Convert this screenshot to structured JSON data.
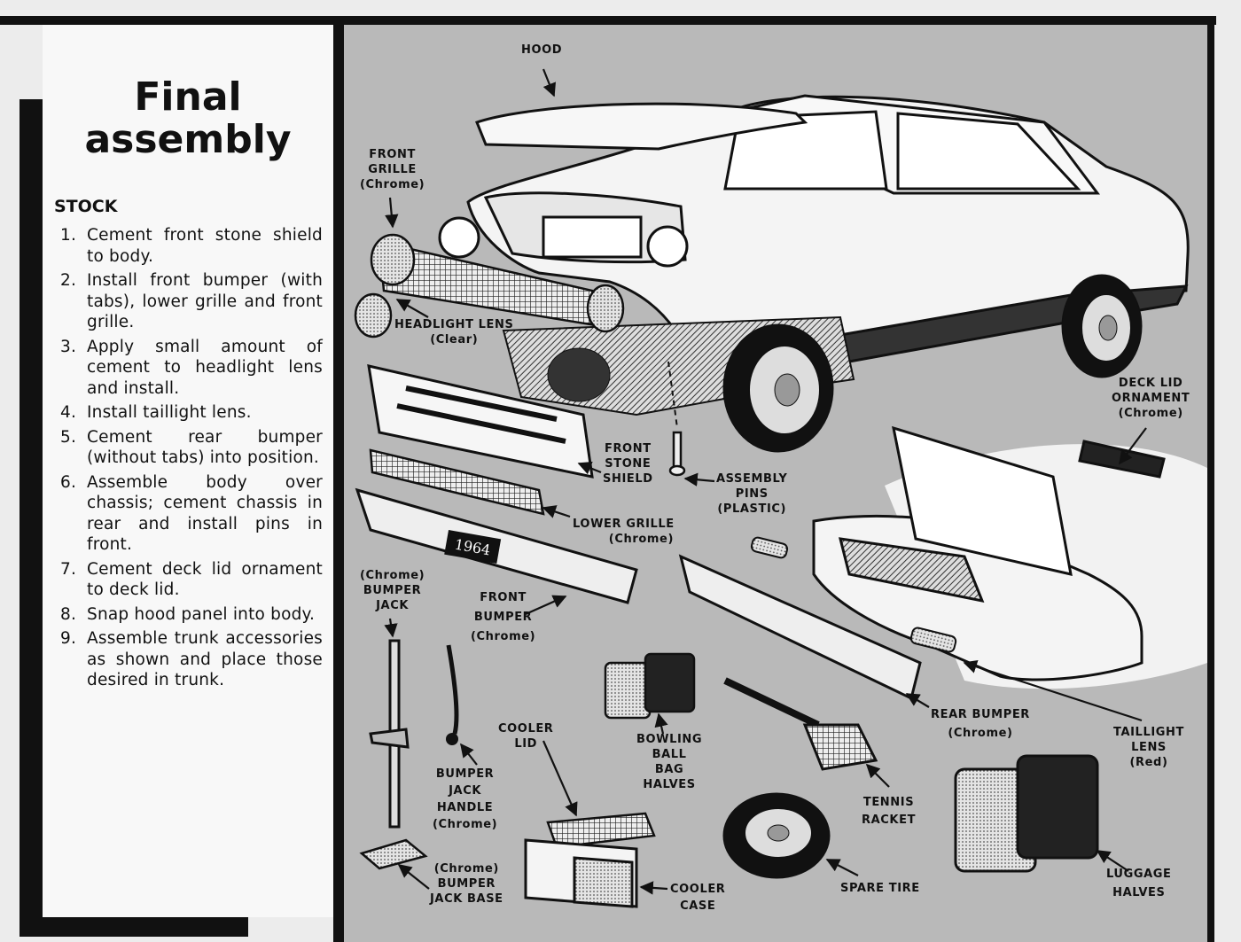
{
  "title": "Final assembly",
  "section": "STOCK",
  "steps": [
    {
      "num": "1.",
      "text": "Cement front stone shield to body."
    },
    {
      "num": "2.",
      "text": "Install front bumper (with tabs), lower grille and front grille."
    },
    {
      "num": "3.",
      "text": "Apply small amount of cement to headlight lens and install."
    },
    {
      "num": "4.",
      "text": "Install taillight lens."
    },
    {
      "num": "5.",
      "text": "Cement rear bumper (without tabs) into position."
    },
    {
      "num": "6.",
      "text": "Assemble body over chassis; cement chassis in rear and install pins in front."
    },
    {
      "num": "7.",
      "text": "Cement deck lid ornament to deck lid."
    },
    {
      "num": "8.",
      "text": "Snap hood panel into body."
    },
    {
      "num": "9.",
      "text": "Assemble trunk accessories as shown and place those desired in trunk."
    }
  ],
  "labels": {
    "hood": "HOOD",
    "front_grille": [
      "FRONT",
      "GRILLE",
      "(Chrome)"
    ],
    "headlight_lens": [
      "HEADLIGHT LENS",
      "(Clear)"
    ],
    "front_stone_shield": [
      "FRONT",
      "STONE",
      "SHIELD"
    ],
    "assembly_pins": [
      "ASSEMBLY",
      "PINS",
      "(PLASTIC)"
    ],
    "lower_grille": [
      "LOWER GRILLE",
      "(Chrome)"
    ],
    "deck_lid_ornament": [
      "DECK LID",
      "ORNAMENT",
      "(Chrome)"
    ],
    "bumper_jack": [
      "(Chrome)",
      "BUMPER",
      "JACK"
    ],
    "front_bumper": [
      "FRONT",
      "BUMPER",
      "(Chrome)"
    ],
    "bumper_jack_handle": [
      "BUMPER",
      "JACK",
      "HANDLE",
      "(Chrome)"
    ],
    "cooler_lid": [
      "COOLER",
      "LID"
    ],
    "bowling_ball_bag": [
      "BOWLING",
      "BALL",
      "BAG",
      "HALVES"
    ],
    "rear_bumper": [
      "REAR BUMPER",
      "(Chrome)"
    ],
    "taillight_lens": [
      "TAILLIGHT",
      "LENS",
      "(Red)"
    ],
    "tennis_racket": [
      "TENNIS",
      "RACKET"
    ],
    "bumper_jack_base": [
      "(Chrome)",
      "BUMPER",
      "JACK BASE"
    ],
    "cooler_case": [
      "COOLER",
      "CASE"
    ],
    "spare_tire": "SPARE TIRE",
    "luggage_halves": [
      "LUGGAGE",
      "HALVES"
    ]
  },
  "license_plate": "1964"
}
